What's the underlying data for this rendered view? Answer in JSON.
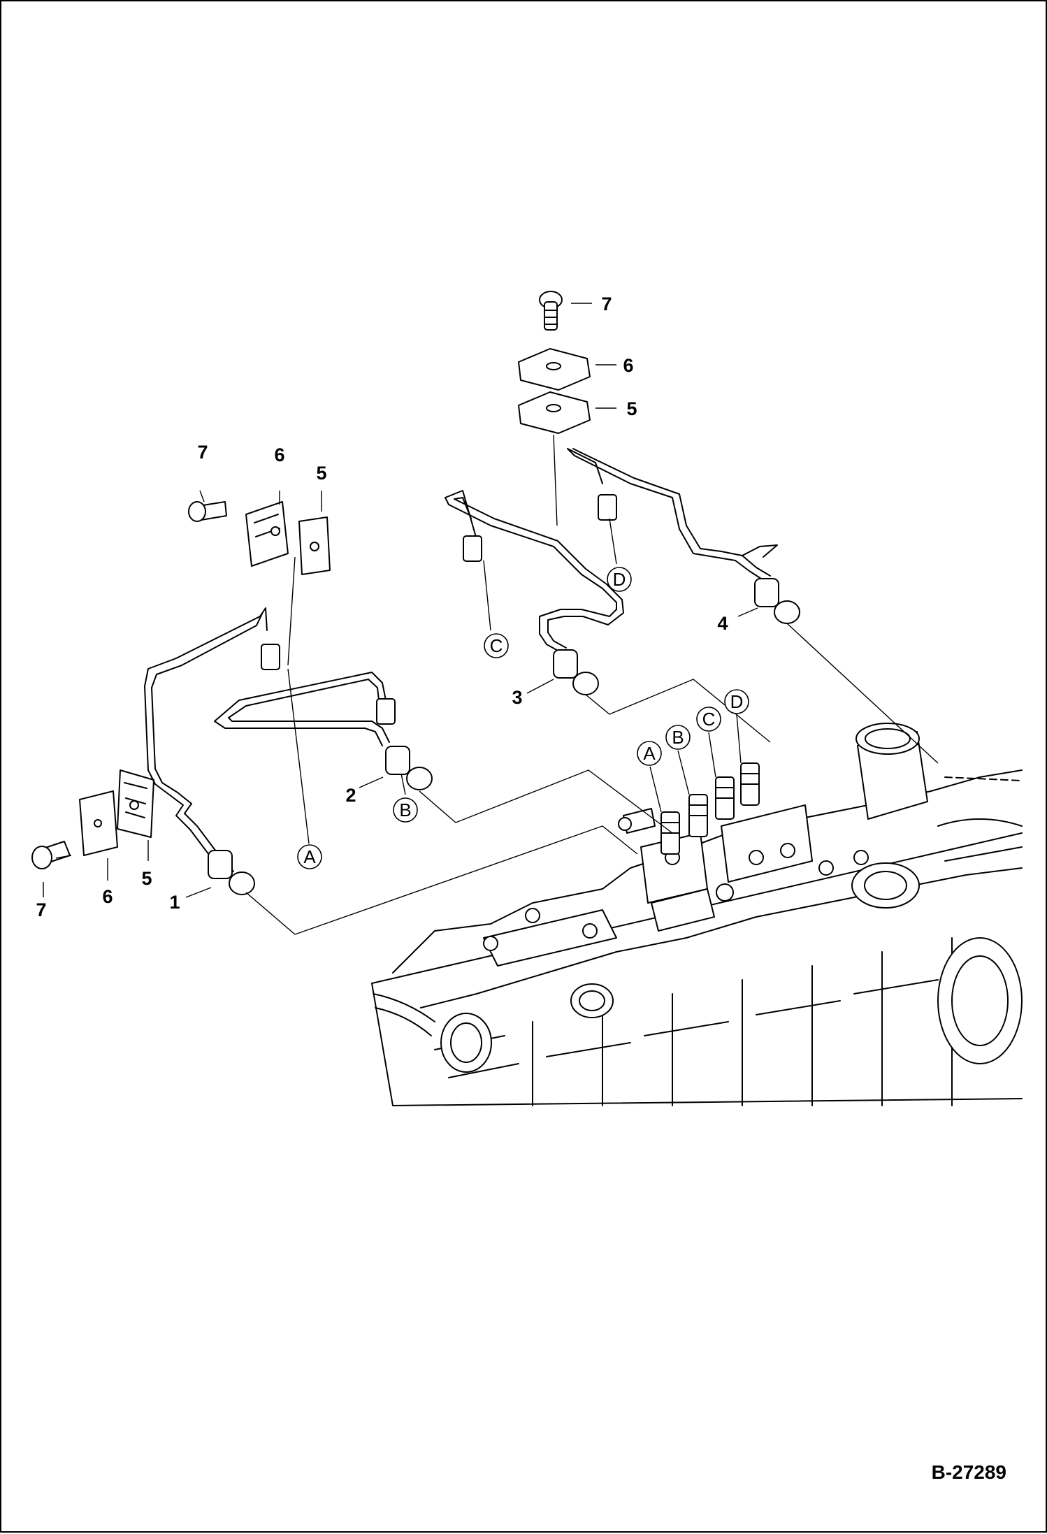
{
  "callouts": [
    {
      "text": "1"
    },
    {
      "text": "2"
    },
    {
      "text": "3"
    },
    {
      "text": "4"
    },
    {
      "text": "5"
    },
    {
      "text": "5"
    },
    {
      "text": "5"
    },
    {
      "text": "6"
    },
    {
      "text": "6"
    },
    {
      "text": "6"
    },
    {
      "text": "7"
    },
    {
      "text": "7"
    },
    {
      "text": "7"
    }
  ],
  "connectors": {
    "A": "A",
    "B": "B",
    "C": "C",
    "D": "D"
  },
  "reference_number": "B-27289"
}
